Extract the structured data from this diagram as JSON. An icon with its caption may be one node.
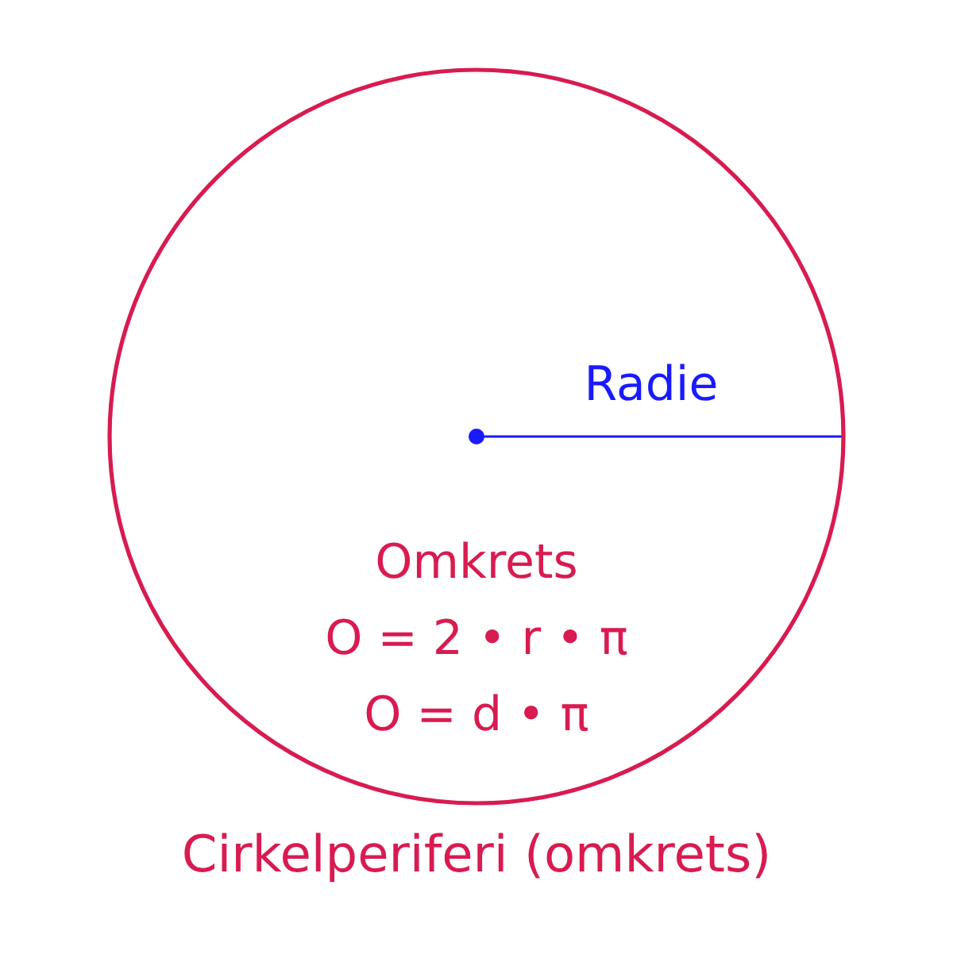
{
  "diagram": {
    "nodes": [
      {
        "text": [
          "Omkrets",
          "O = 2 • r • π",
          "O = d • π"
        ],
        "beside": [
          "Cirkelperiferi (omkrets)"
        ]
      }
    ],
    "edges": [],
    "labels": [
      "Radie"
    ]
  }
}
